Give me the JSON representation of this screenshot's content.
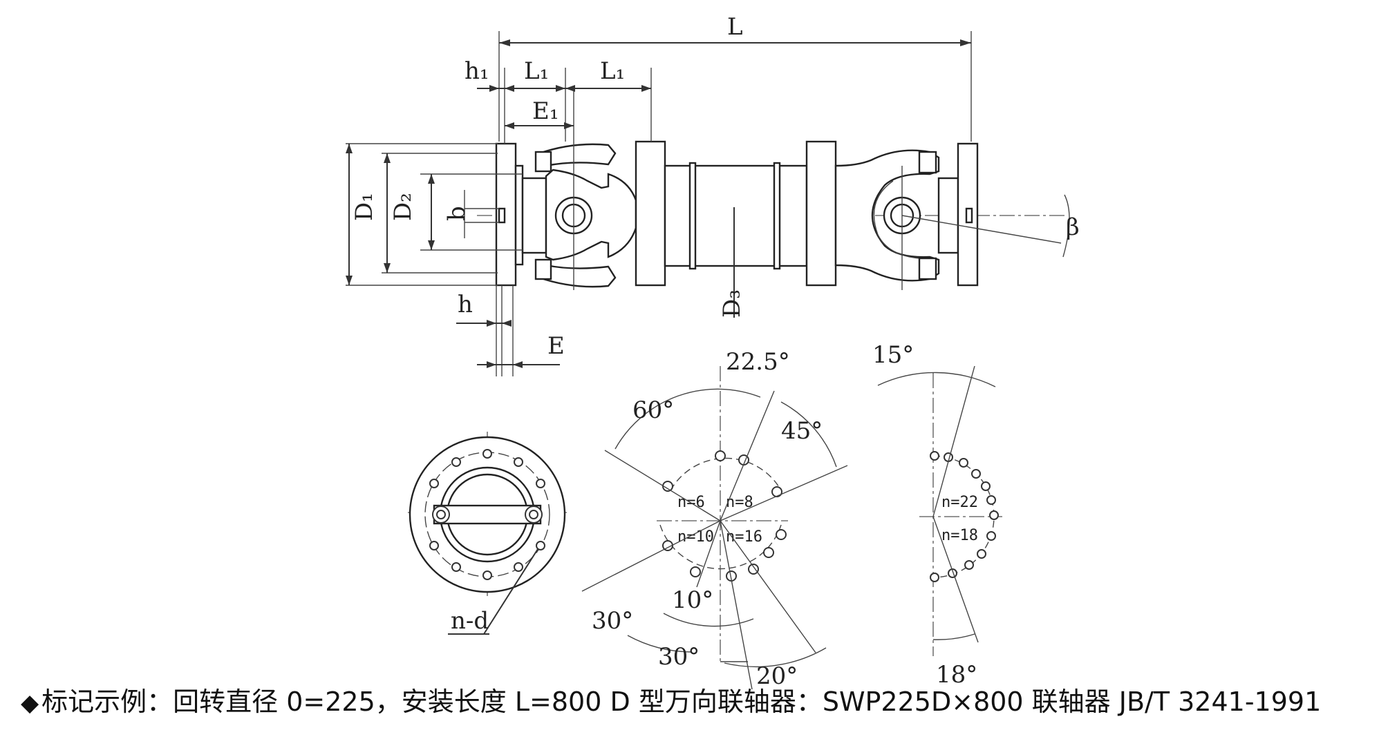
{
  "labels": {
    "L": "L",
    "h1": "h₁",
    "L1a": "L₁",
    "L1b": "L₁",
    "E1": "E₁",
    "D1": "D₁",
    "D2": "D₂",
    "b": "b",
    "D3": "D₃",
    "h": "h",
    "E": "E",
    "beta": "β",
    "nd": "n-d"
  },
  "angles": {
    "a22_5": "22.5°",
    "a60": "60°",
    "a45": "45°",
    "a30left": "30°",
    "a10": "10°",
    "a30bottom": "30°",
    "a20": "20°",
    "a15": "15°",
    "a18": "18°"
  },
  "bolt_counts": {
    "n6": "n=6",
    "n8": "n=8",
    "n10": "n=10",
    "n16": "n=16",
    "n22": "n=22",
    "n18": "n=18"
  },
  "caption": {
    "bullet": "◆",
    "text": "标记示例：回转直径 0=225，安装长度 L=800 D 型万向联轴器：SWP225D×800 联轴器 JB/T 3241-1991"
  }
}
